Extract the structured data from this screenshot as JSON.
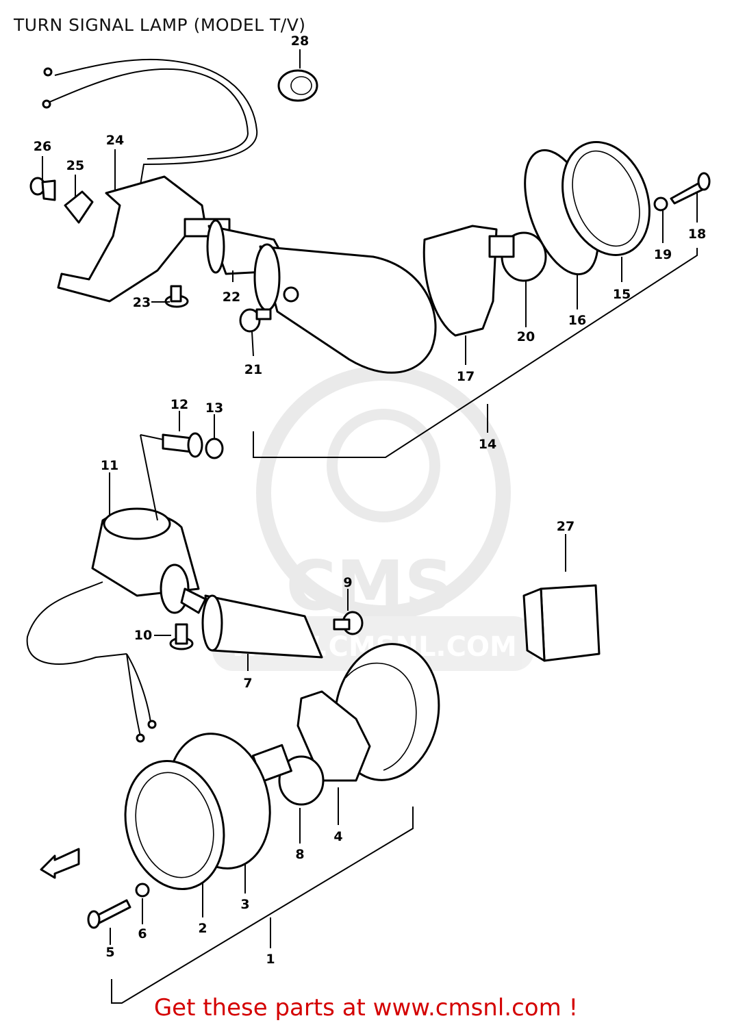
{
  "title": "TURN SIGNAL LAMP (MODEL T/V)",
  "footer": "Get these parts at www.cmsnl.com !",
  "watermark": {
    "text1": "CMS",
    "text2": "WWW.CMSNL.COM",
    "color": "#d9d9d9"
  },
  "labels": {
    "l1": "1",
    "l2": "2",
    "l3": "3",
    "l4": "4",
    "l5": "5",
    "l6": "6",
    "l7": "7",
    "l8": "8",
    "l9": "9",
    "l10": "10",
    "l11": "11",
    "l12": "12",
    "l13": "13",
    "l14": "14",
    "l15": "15",
    "l16": "16",
    "l17": "17",
    "l18": "18",
    "l19": "19",
    "l20": "20",
    "l21": "21",
    "l22": "22",
    "l23": "23",
    "l24": "24",
    "l25": "25",
    "l26": "26",
    "l27": "27",
    "l28": "28"
  }
}
